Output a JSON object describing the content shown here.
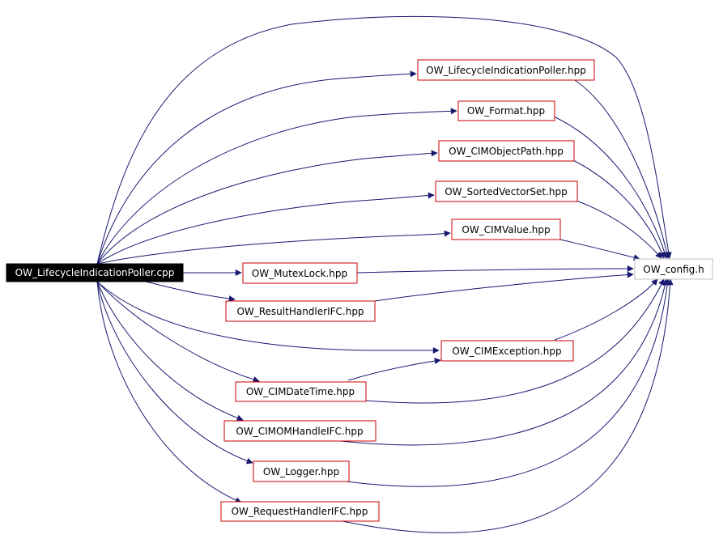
{
  "source_node": {
    "label": "OW_LifecycleIndicationPoller.cpp"
  },
  "target_node": {
    "label": "OW_config.h"
  },
  "header_nodes": [
    {
      "id": "n1",
      "label": "OW_LifecycleIndicationPoller.hpp"
    },
    {
      "id": "n2",
      "label": "OW_Format.hpp"
    },
    {
      "id": "n3",
      "label": "OW_CIMObjectPath.hpp"
    },
    {
      "id": "n4",
      "label": "OW_SortedVectorSet.hpp"
    },
    {
      "id": "n5",
      "label": "OW_CIMValue.hpp"
    },
    {
      "id": "n6",
      "label": "OW_MutexLock.hpp"
    },
    {
      "id": "n7",
      "label": "OW_ResultHandlerIFC.hpp"
    },
    {
      "id": "n8",
      "label": "OW_CIMException.hpp"
    },
    {
      "id": "n9",
      "label": "OW_CIMDateTime.hpp"
    },
    {
      "id": "n10",
      "label": "OW_CIMOMHandleIFC.hpp"
    },
    {
      "id": "n11",
      "label": "OW_Logger.hpp"
    },
    {
      "id": "n12",
      "label": "OW_RequestHandlerIFC.hpp"
    }
  ],
  "colors": {
    "edge": "#191970",
    "node_border": "#cc0000",
    "source_fill": "#000000",
    "source_text": "#ffffff",
    "target_border": "#c0c0c0",
    "text": "#000000"
  }
}
